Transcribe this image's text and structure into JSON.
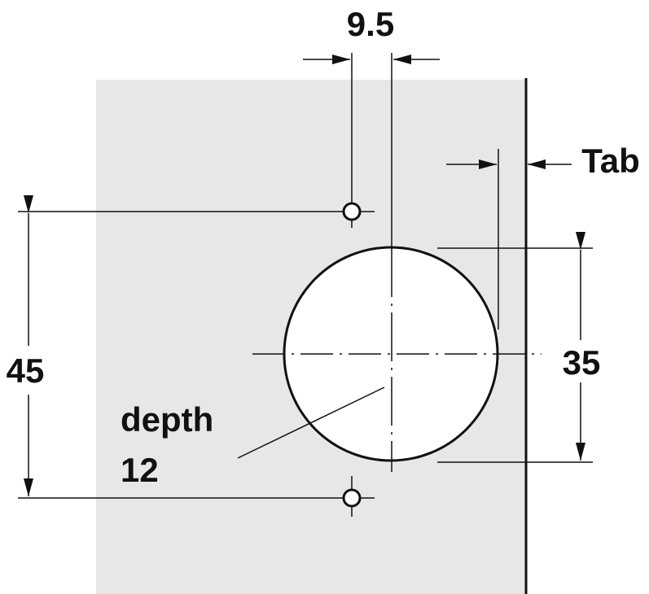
{
  "labels": {
    "dim_offset": "9.5",
    "dim_tab": "Tab",
    "dim_hole_spacing": "45",
    "dim_cup_diameter": "35",
    "depth_label": "depth",
    "depth_value": "12"
  },
  "colors": {
    "panel": "#e6e7e8",
    "lines": "#111111"
  }
}
